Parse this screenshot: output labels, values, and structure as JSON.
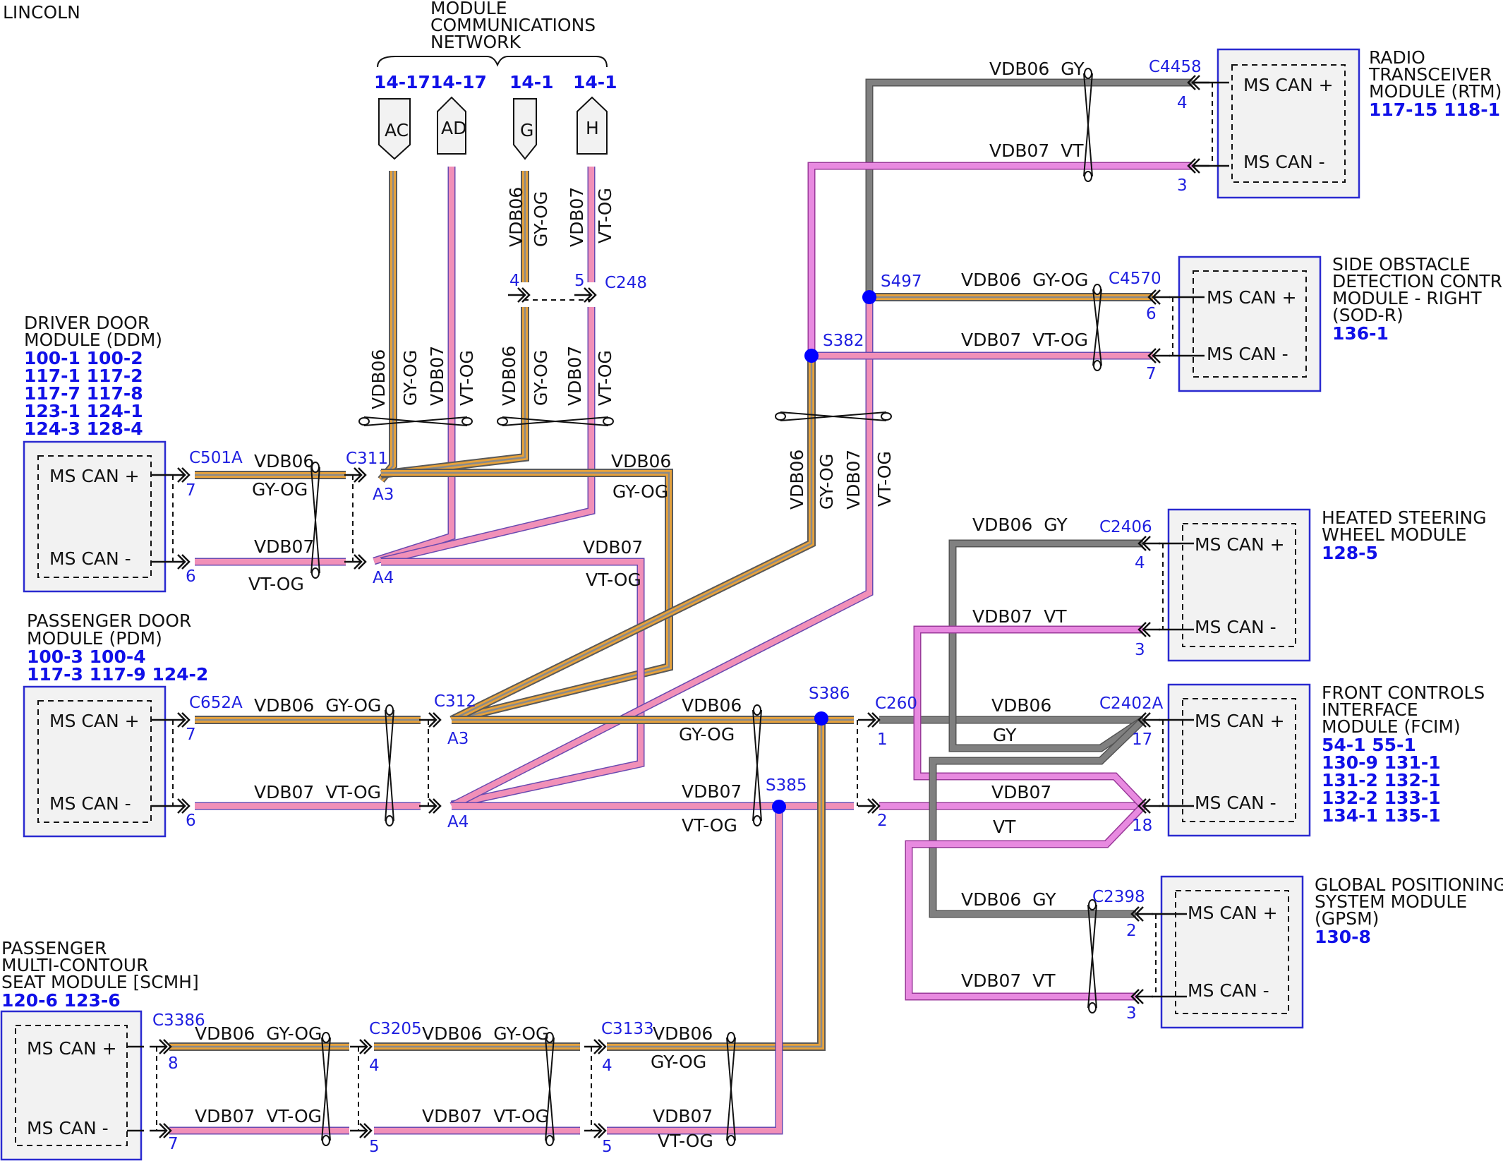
{
  "brand": "LINCOLN",
  "network_title": [
    "MODULE",
    "COMMUNICATIONS",
    "NETWORK"
  ],
  "network_refs": [
    {
      "ref": "14-17",
      "tag": "AC"
    },
    {
      "ref": "14-17",
      "tag": "AD"
    },
    {
      "ref": "14-1",
      "tag": "G"
    },
    {
      "ref": "14-1",
      "tag": "H"
    }
  ],
  "pins": {
    "plus": "MS CAN +",
    "minus": "MS CAN -"
  },
  "wires": {
    "gy_og_circuit": "VDB06",
    "gy_og_color": "GY-OG",
    "vt_og_circuit": "VDB07",
    "vt_og_color": "VT-OG",
    "gy_color": "GY",
    "vt_color": "VT",
    "gy_og_pair": "VDB06  GY-OG",
    "vt_og_pair": "VDB07  VT-OG",
    "gy_pair": "VDB06  GY",
    "vt_pair": "VDB07  VT"
  },
  "modules": {
    "ddm": {
      "name": [
        "DRIVER DOOR",
        "MODULE (DDM)"
      ],
      "refs": [
        "100-1 100-2",
        "117-1 117-2",
        "117-7 117-8",
        "123-1 124-1",
        "124-3 128-4"
      ]
    },
    "pdm": {
      "name": [
        "PASSENGER DOOR",
        "MODULE (PDM)"
      ],
      "refs": [
        "100-3 100-4",
        "117-3 117-9 124-2"
      ]
    },
    "scmh": {
      "name": [
        "PASSENGER",
        "MULTI-CONTOUR",
        "SEAT MODULE [SCMH]"
      ],
      "refs": [
        "120-6 123-6"
      ]
    },
    "rtm": {
      "name": [
        "RADIO",
        "TRANSCEIVER",
        "MODULE (RTM)"
      ],
      "refs": [
        "117-15 118-1"
      ]
    },
    "sodr": {
      "name": [
        "SIDE OBSTACLE",
        "DETECTION CONTROL",
        "MODULE - RIGHT",
        "(SOD-R)"
      ],
      "refs": [
        "136-1"
      ]
    },
    "hsw": {
      "name": [
        "HEATED STEERING",
        "WHEEL MODULE"
      ],
      "refs": [
        "128-5"
      ]
    },
    "fcim": {
      "name": [
        "FRONT CONTROLS",
        "INTERFACE",
        "MODULE (FCIM)"
      ],
      "refs": [
        "54-1   55-1",
        "130-9 131-1",
        "131-2 132-1",
        "132-2 133-1",
        "134-1 135-1"
      ]
    },
    "gpsm": {
      "name": [
        "GLOBAL POSITIONING",
        "SYSTEM MODULE",
        "(GPSM)"
      ],
      "refs": [
        "130-8"
      ]
    }
  },
  "connectors": {
    "c501a": "C501A",
    "c311": "C311",
    "c652a": "C652A",
    "c312": "C312",
    "c3386": "C3386",
    "c3205": "C3205",
    "c3133": "C3133",
    "c248": "C248",
    "c4458": "C4458",
    "c4570": "C4570",
    "c2406": "C2406",
    "c2402a": "C2402A",
    "c260": "C260",
    "c2398": "C2398"
  },
  "splices": {
    "s497": "S497",
    "s382": "S382",
    "s386": "S386",
    "s385": "S385"
  },
  "pin_numbers": {
    "p1": "1",
    "p2": "2",
    "p3": "3",
    "p4": "4",
    "p5": "5",
    "p6": "6",
    "p7": "7",
    "p8": "8",
    "p17": "17",
    "p18": "18",
    "a3": "A3",
    "a4": "A4"
  },
  "colors": {
    "gy_og_core": "#8a8a8a",
    "gy_og_stripe": "#e8a23a",
    "vt_og": "#f190b8",
    "gy": "#808080",
    "vt": "#e88ae0",
    "connector": "#1f1fe0",
    "splice": "#0000ff"
  }
}
